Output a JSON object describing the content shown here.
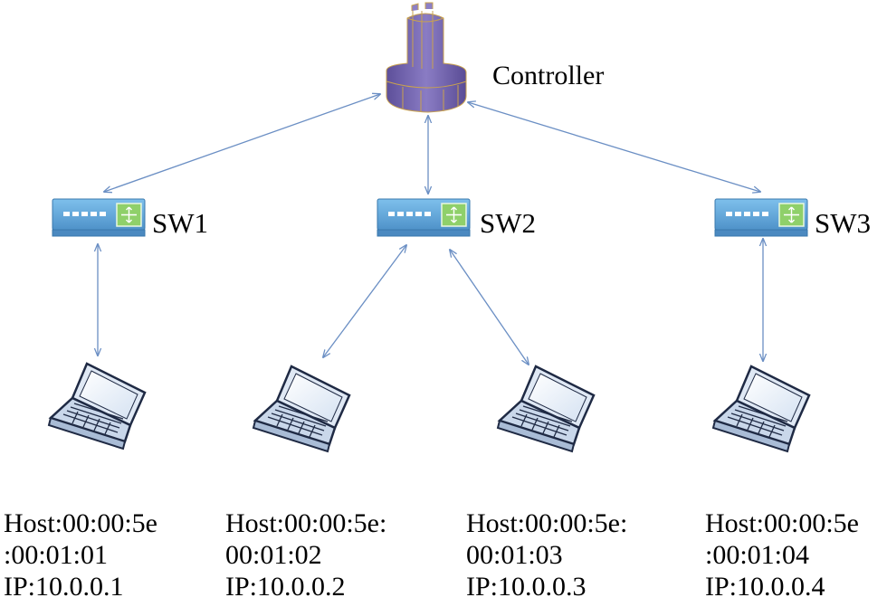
{
  "controller": {
    "label": "Controller",
    "icon": "controller-tower-icon"
  },
  "switches": [
    {
      "label": "SW1",
      "icon": "network-switch-icon"
    },
    {
      "label": "SW2",
      "icon": "network-switch-icon"
    },
    {
      "label": "SW3",
      "icon": "network-switch-icon"
    }
  ],
  "hosts": [
    {
      "line1": "Host:00:00:5e",
      "line2": ":00:01:01",
      "line3": "IP:10.0.0.1",
      "icon": "laptop-icon"
    },
    {
      "line1": "Host:00:00:5e:",
      "line2": "00:01:02",
      "line3": "IP:10.0.0.2",
      "icon": "laptop-icon"
    },
    {
      "line1": "Host:00:00:5e:",
      "line2": "00:01:03",
      "line3": "IP:10.0.0.3",
      "icon": "laptop-icon"
    },
    {
      "line1": "Host:00:00:5e",
      "line2": ":00:01:04",
      "line3": "IP:10.0.0.4",
      "icon": "laptop-icon"
    }
  ],
  "colors": {
    "link": "#6b8fc4",
    "switch_body": "#6aa9db",
    "switch_port_panel": "#8fd06a",
    "controller": "#7f6fb6"
  }
}
